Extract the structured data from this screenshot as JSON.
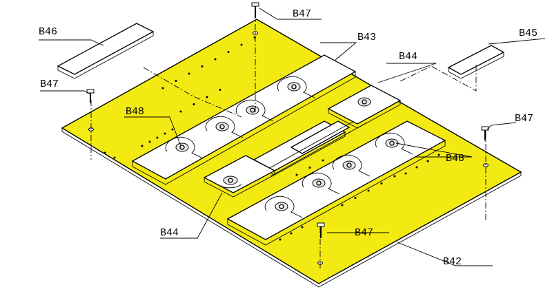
{
  "labels": {
    "b42": "B42",
    "b43": "B43",
    "b44_upper": "B44",
    "b44_lower": "B44",
    "b45": "B45",
    "b46": "B46",
    "b47_top": "B47",
    "b47_left": "B47",
    "b47_right": "B47",
    "b47_bottom": "B47",
    "b48_left": "B48",
    "b48_right": "B48"
  },
  "colors": {
    "plate": "#f2ea12",
    "outline": "#000000",
    "part": "#ffffff"
  },
  "icons": {
    "screw": "screw-icon",
    "pad": "contact-pad-icon"
  }
}
